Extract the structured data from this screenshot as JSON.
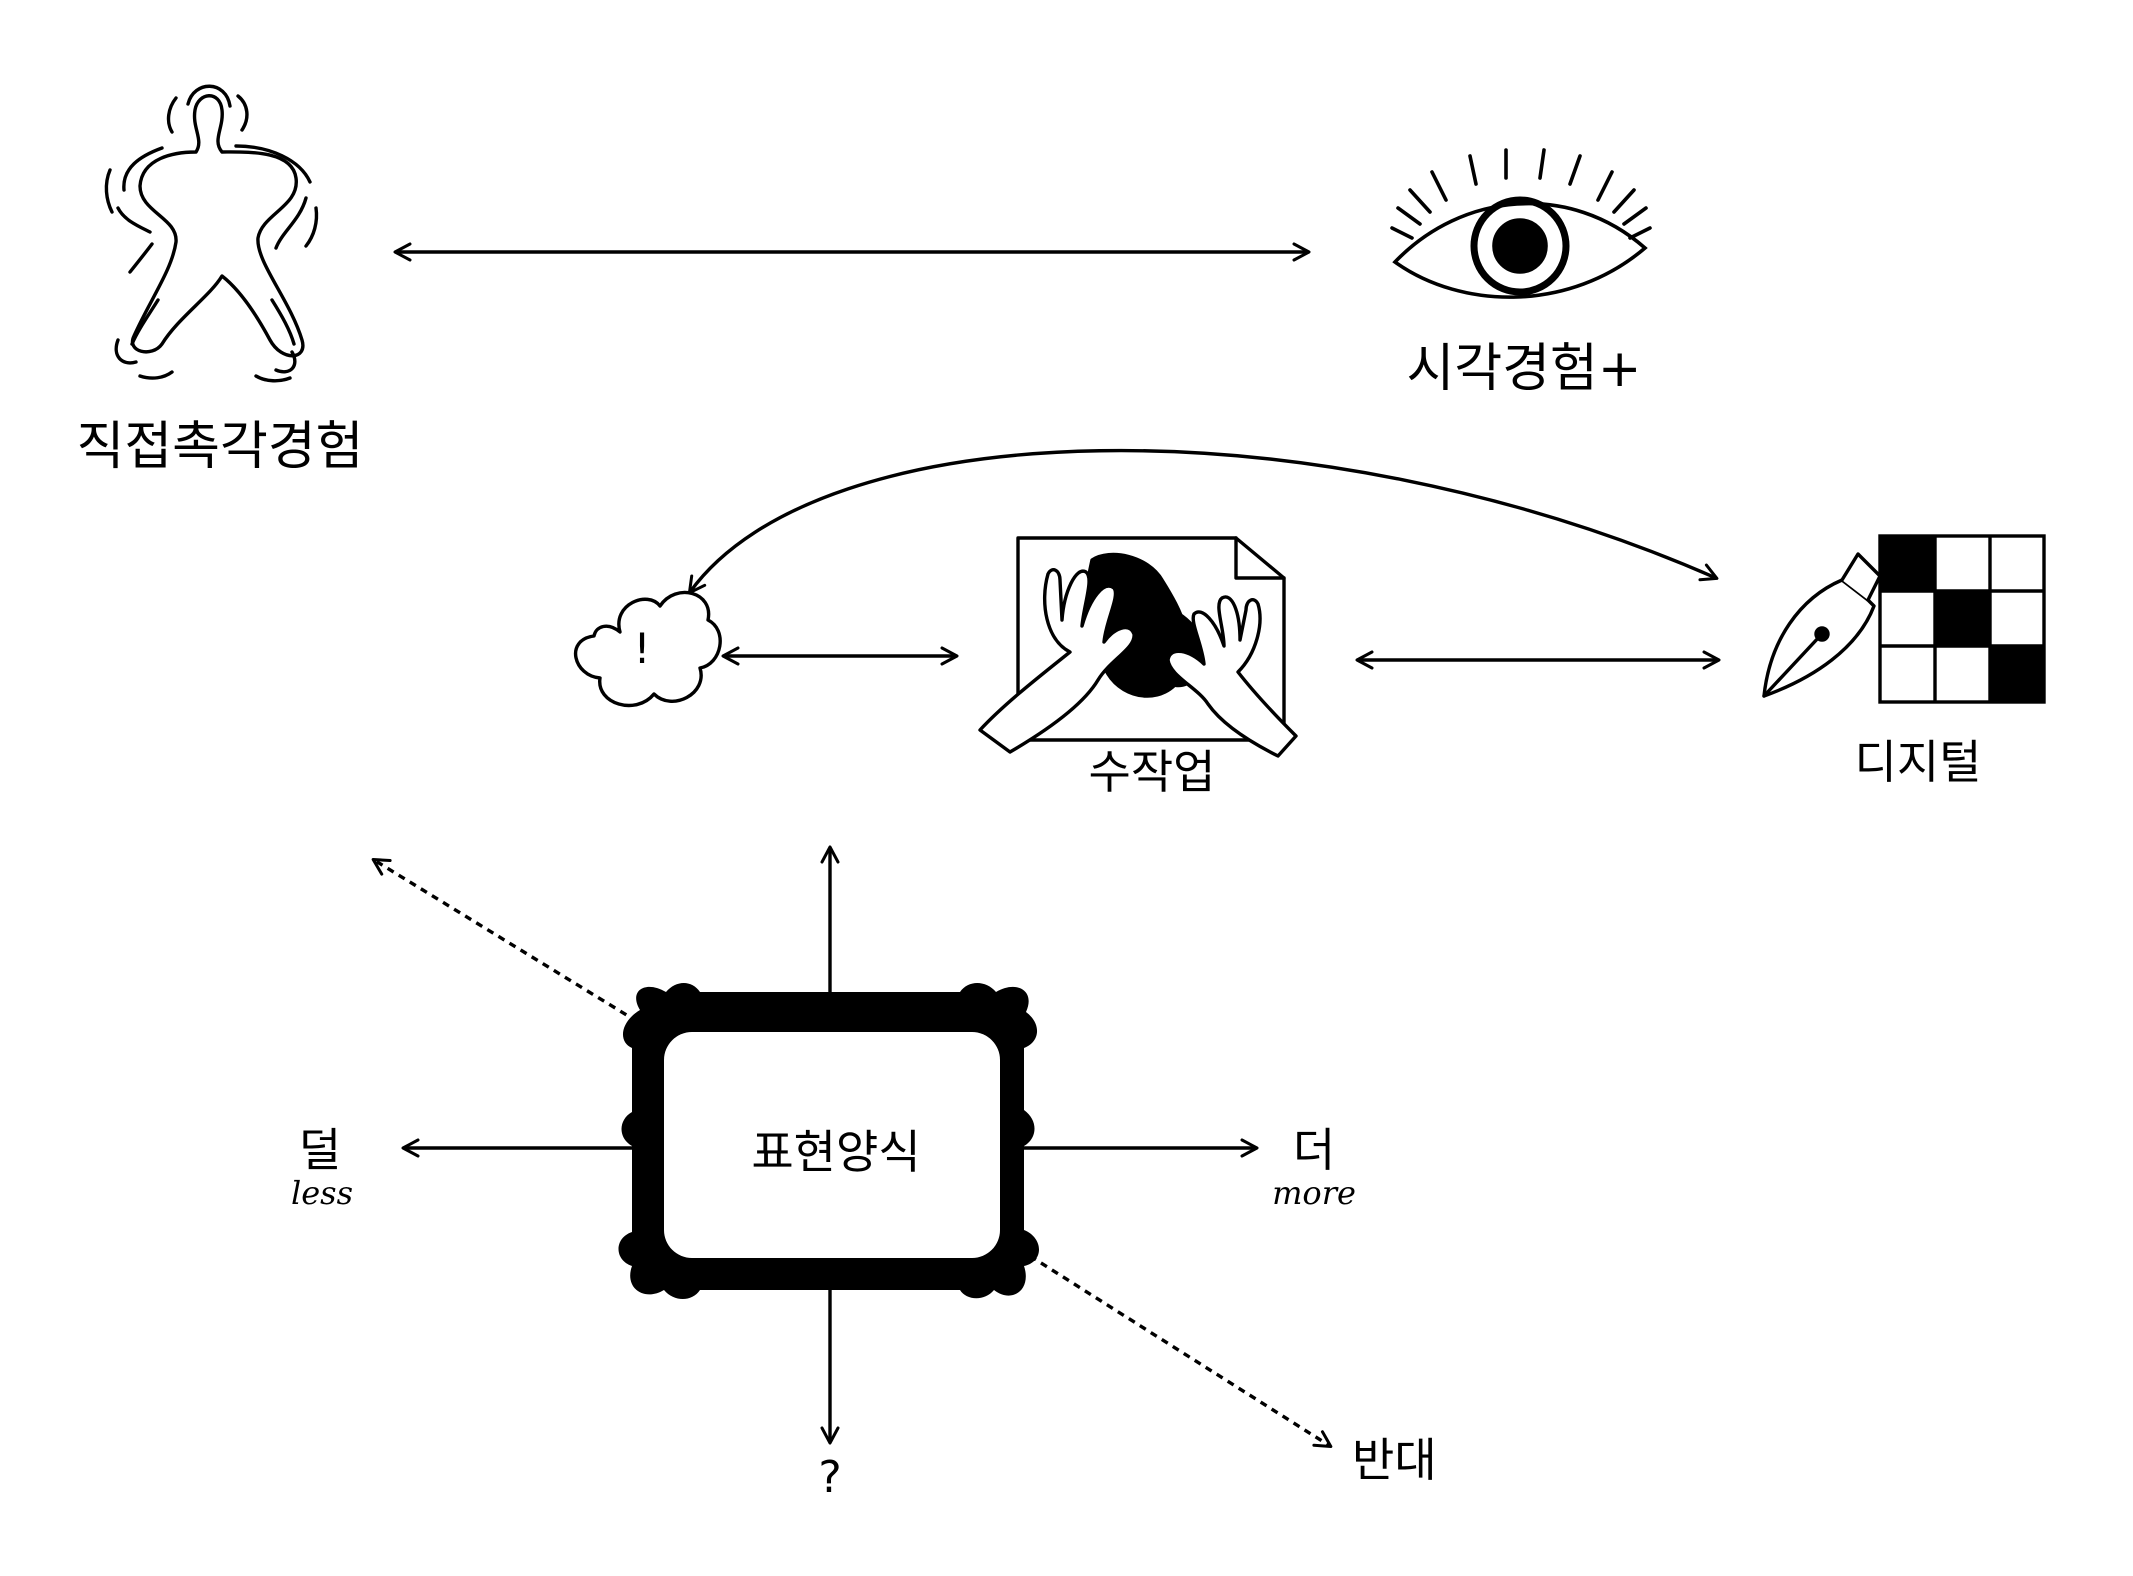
{
  "labels": {
    "direct_touch": "직접촉각경험",
    "visual": "시각경험+",
    "handwork": "수작업",
    "digital": "디지털",
    "thought": "!",
    "expression": "표현양식",
    "less_ko": "덜",
    "less_en": "less",
    "more_ko": "더",
    "more_en": "more",
    "question": "?",
    "opposite": "반대"
  },
  "colors": {
    "ink": "#000000",
    "paper": "#ffffff"
  },
  "icons": [
    "body-outline-icon",
    "eye-icon",
    "thought-cloud-icon",
    "hands-on-paper-icon",
    "pen-nib-icon",
    "pixel-grid-icon",
    "ornate-frame-icon"
  ]
}
